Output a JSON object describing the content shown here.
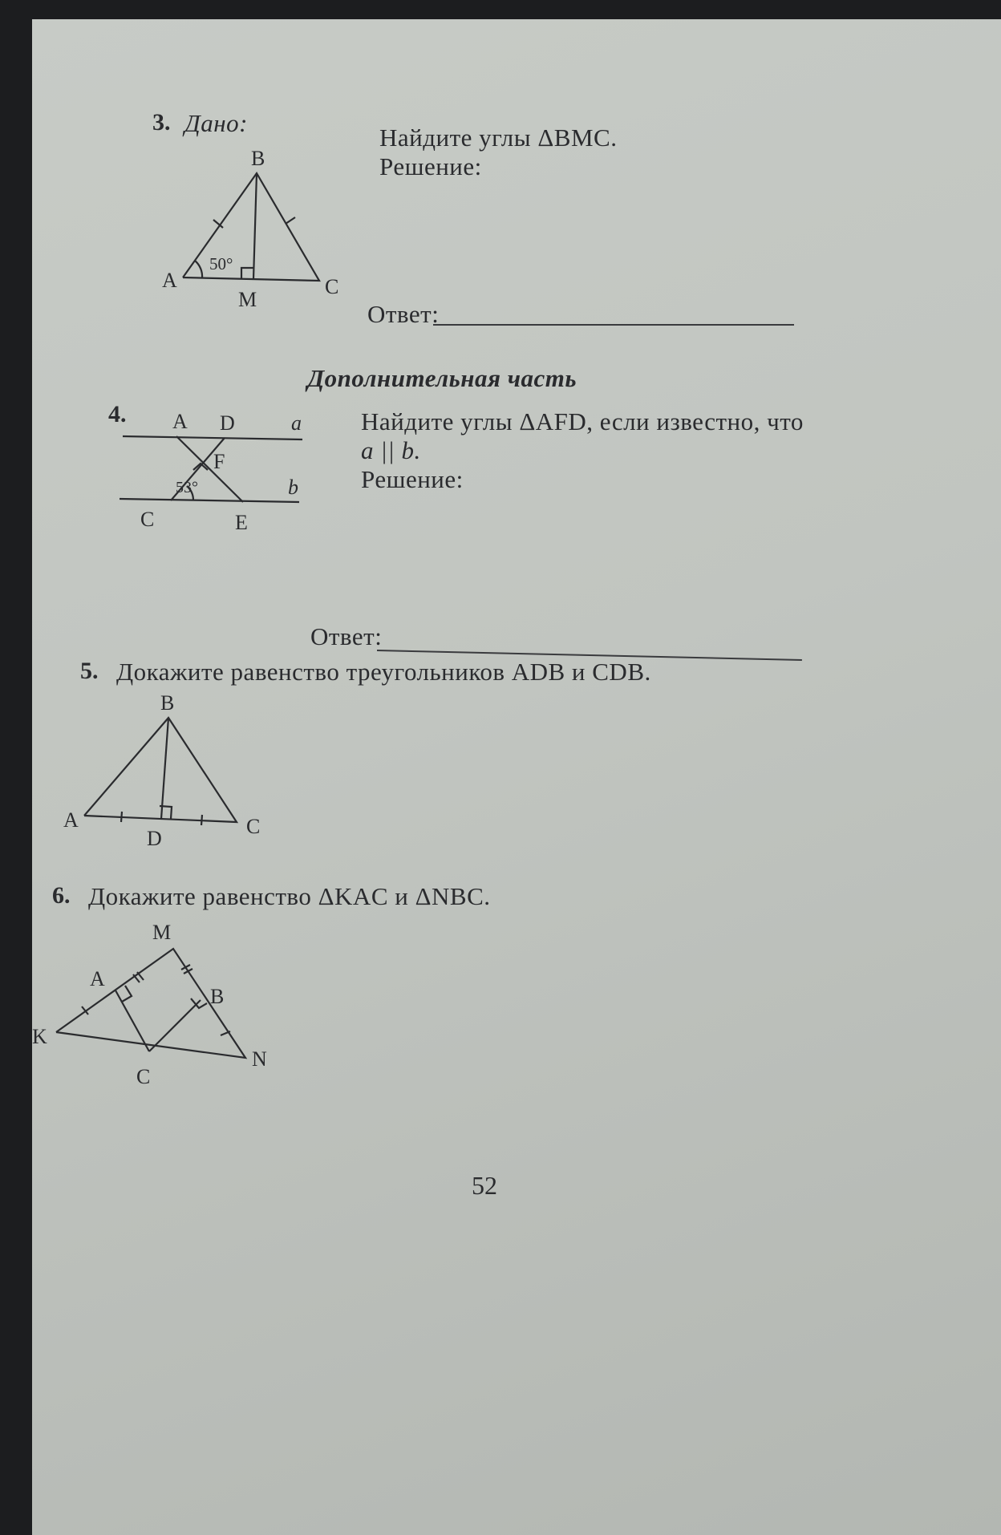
{
  "problems": [
    {
      "number": "3.",
      "given_label": "Дано:",
      "task": "Найдите углы ΔBMC.",
      "solution_label": "Решение:",
      "answer_label": "Ответ:",
      "figure": {
        "points": [
          "B",
          "A",
          "M",
          "C"
        ],
        "angle_label": "50°"
      }
    },
    {
      "number": "4.",
      "task_line1": "Найдите углы ΔAFD, если известно, что",
      "task_line2": "a || b.",
      "solution_label": "Решение:",
      "answer_label": "Ответ:",
      "figure": {
        "points": [
          "A",
          "D",
          "F",
          "C",
          "E"
        ],
        "lines": [
          "a",
          "b"
        ],
        "angle_label": "53°"
      }
    },
    {
      "number": "5.",
      "task": "Докажите равенство треугольников ADB и CDB.",
      "figure": {
        "points": [
          "B",
          "A",
          "D",
          "C"
        ]
      }
    },
    {
      "number": "6.",
      "task": "Докажите равенство ΔKAC и ΔNBC.",
      "figure": {
        "points": [
          "M",
          "A",
          "B",
          "K",
          "C",
          "N"
        ]
      }
    }
  ],
  "section_title": "Дополнительная часть",
  "page_number": "52"
}
